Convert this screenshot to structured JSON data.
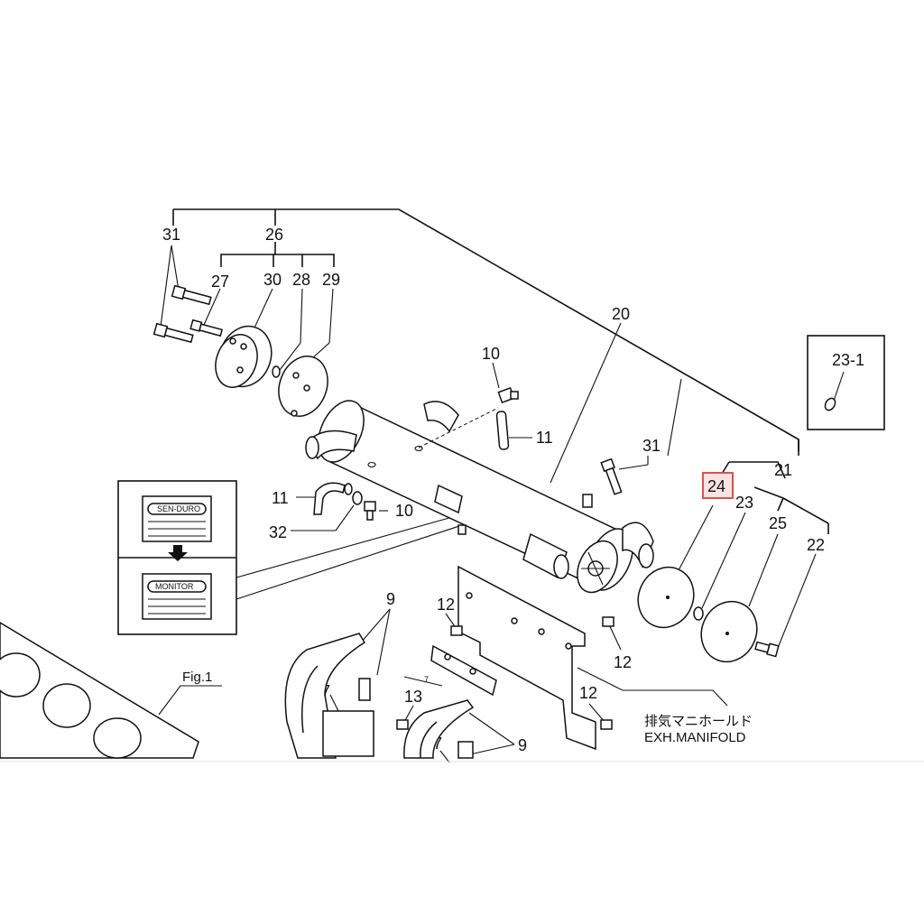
{
  "labels": {
    "n31a": "31",
    "n26": "26",
    "n27": "27",
    "n30": "30",
    "n28": "28",
    "n29": "29",
    "n20": "20",
    "n10a": "10",
    "n11a": "11",
    "n31b": "31",
    "n21": "21",
    "n24": "24",
    "n23": "23",
    "n25": "25",
    "n22": "22",
    "n23_1": "23-1",
    "n11b": "11",
    "n32": "32",
    "n10b": "10",
    "n9a": "9",
    "n12a": "12",
    "n12b": "12",
    "n12c": "12",
    "n13": "13",
    "n7a": "7",
    "n7b": "7",
    "n9b": "9",
    "fig1": "Fig.1"
  },
  "caption": {
    "jp": "排気マニホールド",
    "en": "EXH.MANIFOLD"
  },
  "inset": {
    "top_plate": "SEN-DURO",
    "bottom_plate": "MONITOR"
  },
  "highlight": {
    "part": "24",
    "color": "#d9534f"
  },
  "colors": {
    "line": "#111111",
    "background": "#ffffff"
  }
}
